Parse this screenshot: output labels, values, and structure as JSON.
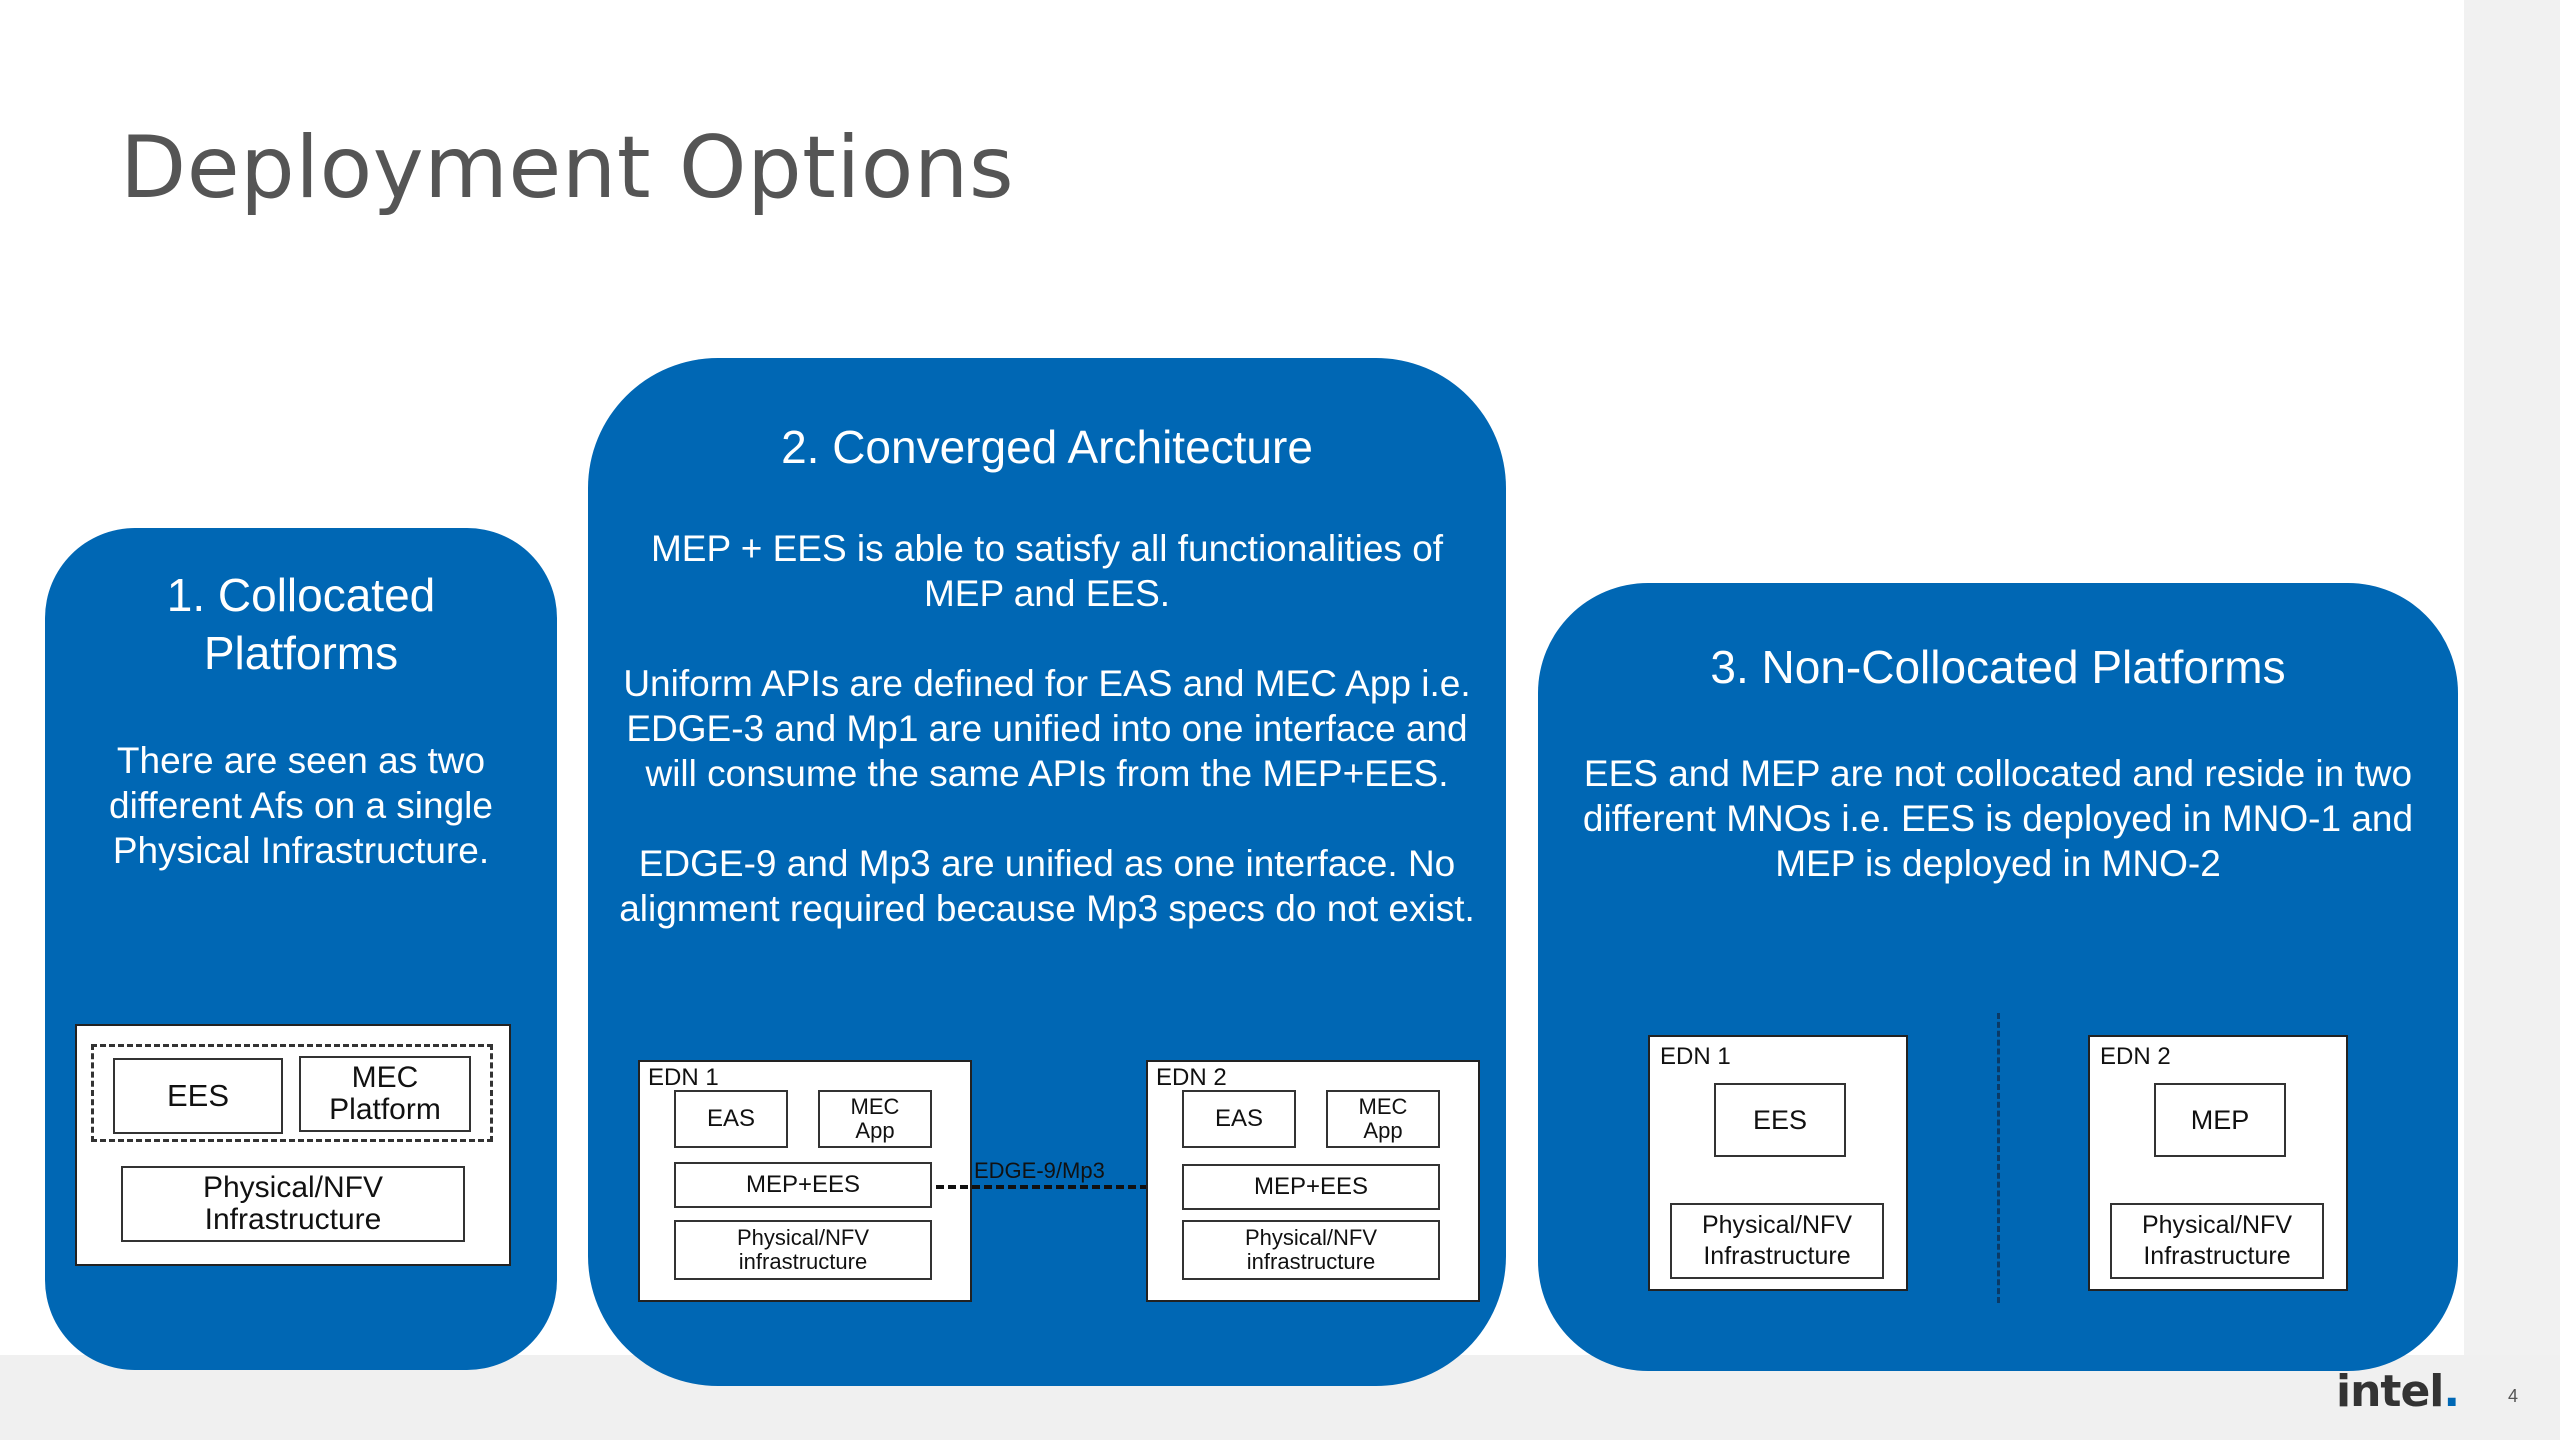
{
  "slide": {
    "title": "Deployment Options",
    "page_number": "4",
    "logo_text": "intel",
    "logo_dot": "."
  },
  "panel1": {
    "title": "1. Collocated\nPlatforms",
    "desc": "There are seen as two different Afs on a single Physical Infrastructure.",
    "diagram": {
      "ees": "EES",
      "mec_platform": "MEC\nPlatform",
      "physical": "Physical/NFV\nInfrastructure"
    }
  },
  "panel2": {
    "title": "2. Converged Architecture",
    "desc": "MEP + EES is able to satisfy all functionalities of MEP and EES.\n\nUniform APIs are defined for EAS and MEC App i.e. EDGE-3 and Mp1 are unified into one interface and will consume the same APIs from the MEP+EES.\n\nEDGE-9 and Mp3 are unified as one interface. No alignment required because Mp3 specs do not exist.",
    "edn1": {
      "label": "EDN 1",
      "eas": "EAS",
      "mec_app": "MEC\nApp",
      "mep_ees": "MEP+EES",
      "physical": "Physical/NFV\ninfrastructure"
    },
    "edn2": {
      "label": "EDN 2",
      "eas": "EAS",
      "mec_app": "MEC\nApp",
      "mep_ees": "MEP+EES",
      "physical": "Physical/NFV\ninfrastructure"
    },
    "link_label": "EDGE-9/Mp3"
  },
  "panel3": {
    "title": "3. Non-Collocated Platforms",
    "desc": "EES and MEP are not collocated and reside in two different MNOs i.e. EES is deployed in MNO-1 and MEP is deployed in MNO-2",
    "edn1": {
      "label": "EDN 1",
      "node": "EES",
      "physical": "Physical/NFV\nInfrastructure"
    },
    "edn2": {
      "label": "EDN 2",
      "node": "MEP",
      "physical": "Physical/NFV\nInfrastructure"
    }
  }
}
